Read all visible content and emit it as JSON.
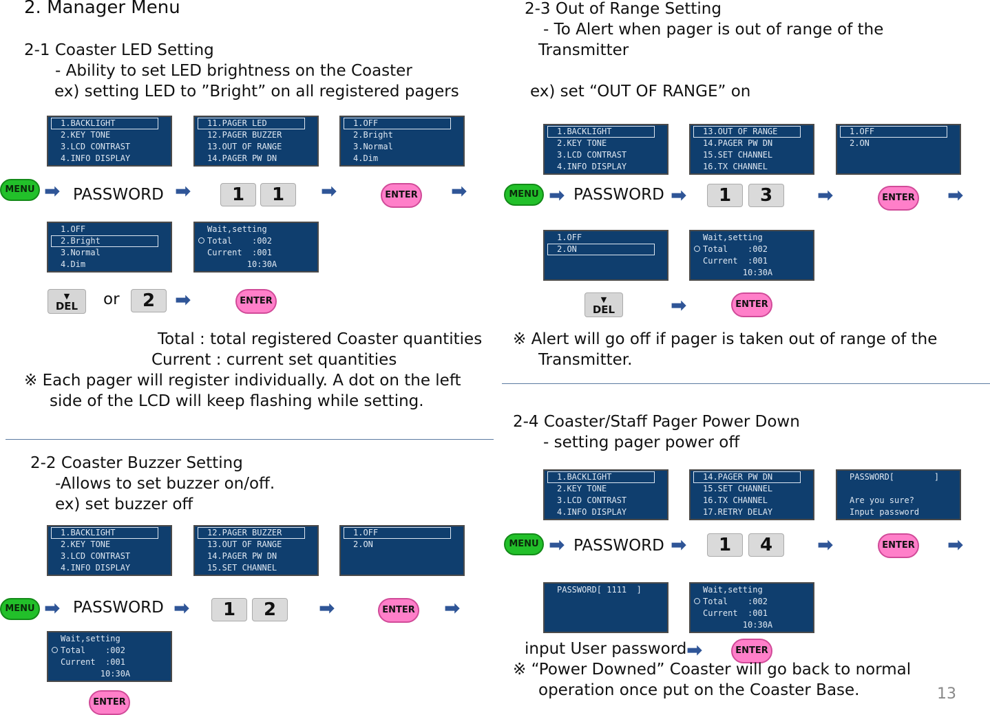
{
  "title": "2. Manager Menu",
  "page_number": "13",
  "labels": {
    "menu": "MENU",
    "enter": "ENTER",
    "del": "DEL",
    "del_arrow": "▼",
    "password": "PASSWORD",
    "or": "or",
    "arrow": "➡"
  },
  "s21": {
    "heading": "2-1 Coaster LED Setting",
    "desc": "- Ability to set LED brightness on the Coaster",
    "example": "ex) setting LED to ”Bright” on all registered pagers",
    "keys": [
      "1",
      "1",
      "2"
    ],
    "lcd1": [
      "1.BACKLIGHT",
      "2.KEY TONE",
      "3.LCD CONTRAST",
      "4.INFO DISPLAY"
    ],
    "lcd2": [
      "11.PAGER LED",
      "12.PAGER BUZZER",
      "13.OUT OF RANGE",
      "14.PAGER PW DN"
    ],
    "lcd3": [
      "1.OFF",
      "2.Bright",
      "3.Normal",
      "4.Dim"
    ],
    "lcd4": [
      "1.OFF",
      "2.Bright",
      "3.Normal",
      "4.Dim"
    ],
    "lcd5": [
      "Wait,setting",
      "Total    :002",
      "Current  :001",
      "        10:30A"
    ],
    "note_total": "Total : total registered Coaster quantities",
    "note_current": "Current : current set quantities",
    "note1": "※  Each pager will register individually. A dot on the left",
    "note2": "side of  the LCD will keep flashing while setting."
  },
  "s22": {
    "heading": "2-2 Coaster Buzzer Setting",
    "desc": "-Allows to set buzzer on/off.",
    "example": "ex) set buzzer off",
    "keys": [
      "1",
      "2"
    ],
    "lcd1": [
      "1.BACKLIGHT",
      "2.KEY TONE",
      "3.LCD CONTRAST",
      "4.INFO DISPLAY"
    ],
    "lcd2": [
      "12.PAGER BUZZER",
      "13.OUT OF RANGE",
      "14.PAGER PW DN",
      "15.SET CHANNEL"
    ],
    "lcd3": [
      "1.OFF",
      "2.ON",
      "",
      ""
    ],
    "lcd4": [
      "Wait,setting",
      "Total    :002",
      "Current  :001",
      "        10:30A"
    ]
  },
  "s23": {
    "heading": "2-3 Out of Range Setting",
    "desc1": "- To Alert when pager is out of range of the",
    "desc2": "Transmitter",
    "example": "ex) set “OUT OF RANGE” on",
    "keys": [
      "1",
      "3"
    ],
    "lcd1": [
      "1.BACKLIGHT",
      "2.KEY TONE",
      "3.LCD CONTRAST",
      "4.INFO DISPLAY"
    ],
    "lcd2": [
      "13.OUT OF RANGE",
      "14.PAGER PW DN",
      "15.SET CHANNEL",
      "16.TX CHANNEL"
    ],
    "lcd3": [
      "1.OFF",
      "2.ON",
      "",
      ""
    ],
    "lcd4": [
      "1.OFF",
      "2.ON",
      "",
      ""
    ],
    "lcd5": [
      "Wait,setting",
      "Total    :002",
      "Current  :001",
      "        10:30A"
    ],
    "note1": "※ Alert will go off if pager is taken out of range of the",
    "note2": "Transmitter."
  },
  "s24": {
    "heading": "2-4 Coaster/Staff Pager Power Down",
    "desc": "- setting pager power off",
    "keys": [
      "1",
      "4"
    ],
    "lcd1": [
      "1.BACKLIGHT",
      "2.KEY TONE",
      "3.LCD CONTRAST",
      "4.INFO DISPLAY"
    ],
    "lcd2": [
      "14.PAGER PW DN",
      "15.SET CHANNEL",
      "16.TX CHANNEL",
      "17.RETRY DELAY"
    ],
    "lcd3": [
      "PASSWORD[        ]",
      "",
      "Are you sure?",
      "Input password"
    ],
    "lcd4": [
      "PASSWORD[ 1111  ]",
      "",
      "",
      ""
    ],
    "lcd5": [
      "Wait,setting",
      "Total    :002",
      "Current  :001",
      "        10:30A"
    ],
    "input_label": "input User password",
    "note1": "※ “Power Downed” Coaster will go back to normal",
    "note2": "operation once put on the Coaster Base."
  }
}
